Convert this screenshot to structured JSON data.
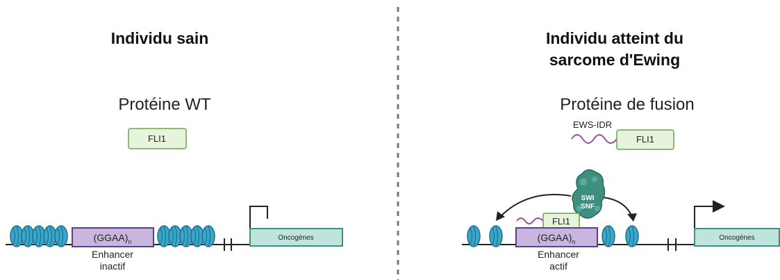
{
  "left": {
    "title": "Individu sain",
    "protein_title": "Protéine WT",
    "fli1_label": "FLI1",
    "ggaa_label": "(GGAA)",
    "ggaa_sub": "n",
    "enhancer_line1": "Enhancer",
    "enhancer_line2": "inactif",
    "oncogenes_label": "Oncogènes"
  },
  "right": {
    "title_line1": "Individu atteint du",
    "title_line2": "sarcome d'Ewing",
    "protein_title": "Protéine de fusion",
    "ews_label": "EWS-IDR",
    "fli1_label": "FLI1",
    "complex_fli1_label": "FLI1",
    "swi_label": "SWI",
    "snf_label": "SNF",
    "ggaa_label": "(GGAA)",
    "ggaa_sub": "n",
    "enhancer_line1": "Enhancer",
    "enhancer_line2": "actif",
    "oncogenes_label": "Oncogènes"
  },
  "colors": {
    "nucleosome": "#3aa6c9",
    "nucleosome_dark": "#1f6f8e",
    "enhancer_fill": "#c9b6e0",
    "enhancer_stroke": "#5b3f86",
    "fli1_fill": "#e6f4dc",
    "fli1_stroke": "#6aa153",
    "oncogene_fill": "#bfe3dd",
    "oncogene_stroke": "#3f8f80",
    "ews_wave": "#9a4f9a",
    "swi_snf": "#3f8f80",
    "divider": "#777777"
  }
}
